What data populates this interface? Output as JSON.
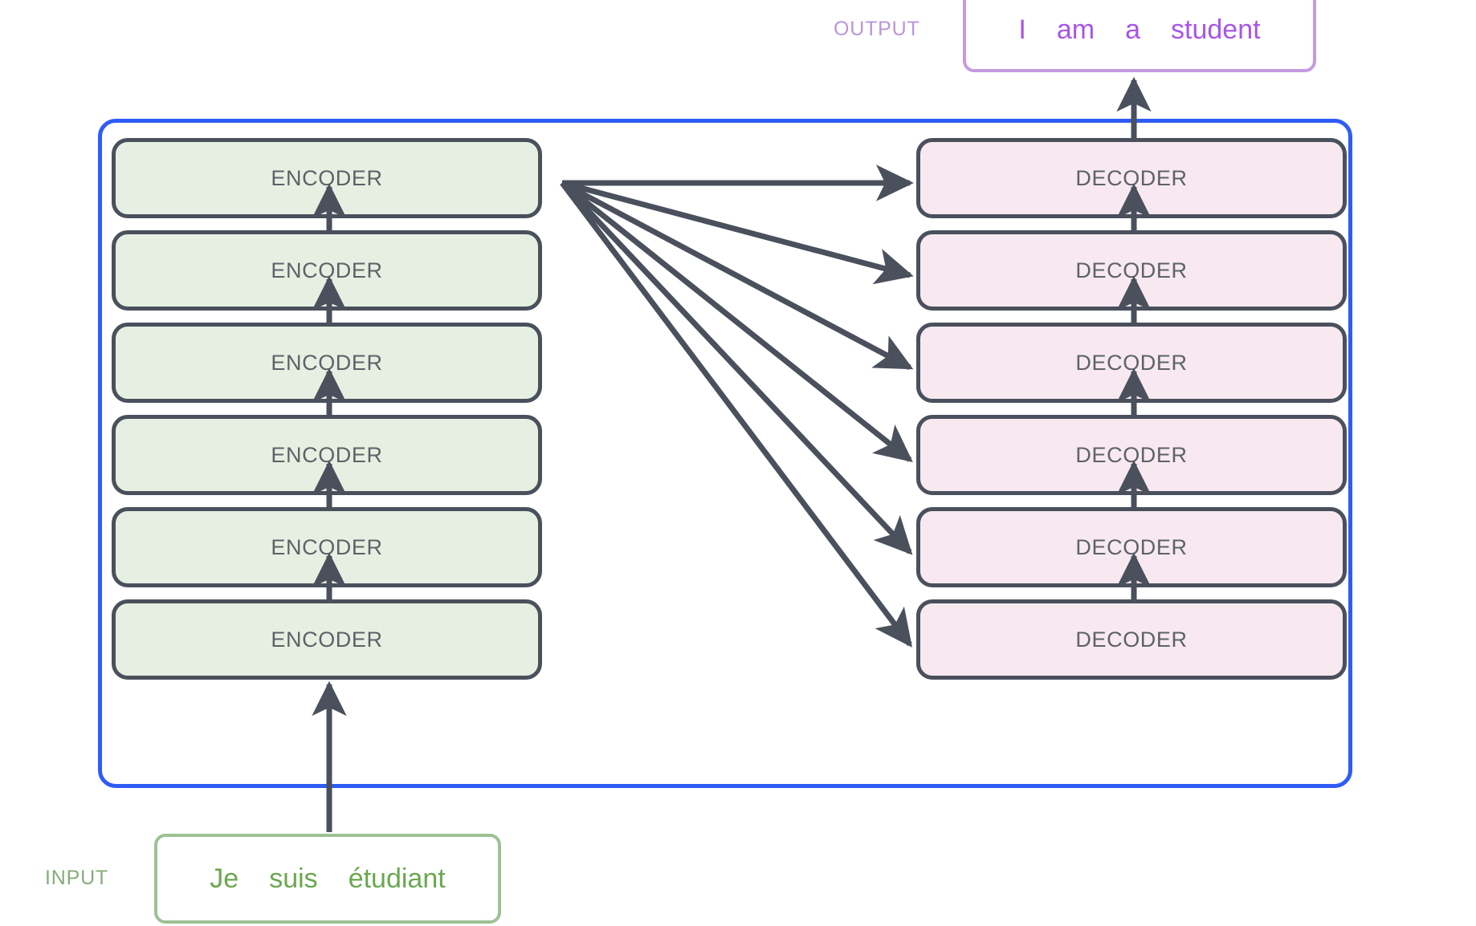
{
  "diagram": {
    "title": "Transformer encoder-decoder stack",
    "colors": {
      "container_border": "#2f5cf5",
      "encoder_fill": "#e6f0e2",
      "decoder_fill": "#f8e9f1",
      "box_border": "#4a505c",
      "box_label_text": "#5d6268",
      "arrow": "#4a505c",
      "input_accent": "#6aa84f",
      "input_border": "#9ec193",
      "input_label": "#86ac7c",
      "output_accent": "#a855e8",
      "output_border": "#c49ae0",
      "output_label": "#bc95da"
    },
    "encoder_stack": {
      "label": "ENCODER",
      "count": 6,
      "items": [
        {
          "label": "ENCODER"
        },
        {
          "label": "ENCODER"
        },
        {
          "label": "ENCODER"
        },
        {
          "label": "ENCODER"
        },
        {
          "label": "ENCODER"
        },
        {
          "label": "ENCODER"
        }
      ]
    },
    "decoder_stack": {
      "label": "DECODER",
      "count": 6,
      "items": [
        {
          "label": "DECODER"
        },
        {
          "label": "DECODER"
        },
        {
          "label": "DECODER"
        },
        {
          "label": "DECODER"
        },
        {
          "label": "DECODER"
        },
        {
          "label": "DECODER"
        }
      ]
    },
    "input": {
      "label": "INPUT",
      "tokens": [
        "Je",
        "suis",
        "étudiant"
      ]
    },
    "output": {
      "label": "OUTPUT",
      "tokens": [
        "I",
        "am",
        "a",
        "student"
      ]
    },
    "connections": {
      "encoder_chain": "bottom-to-top vertical arrows between stacked encoders",
      "decoder_chain": "bottom-to-top vertical arrows between stacked decoders",
      "input_to_encoder": "upward arrow from INPUT box into bottom encoder",
      "decoder_to_output": "upward arrow from top decoder into OUTPUT box",
      "cross_attention": "fan of 6 arrows from top encoder right edge to every decoder left edge"
    }
  }
}
